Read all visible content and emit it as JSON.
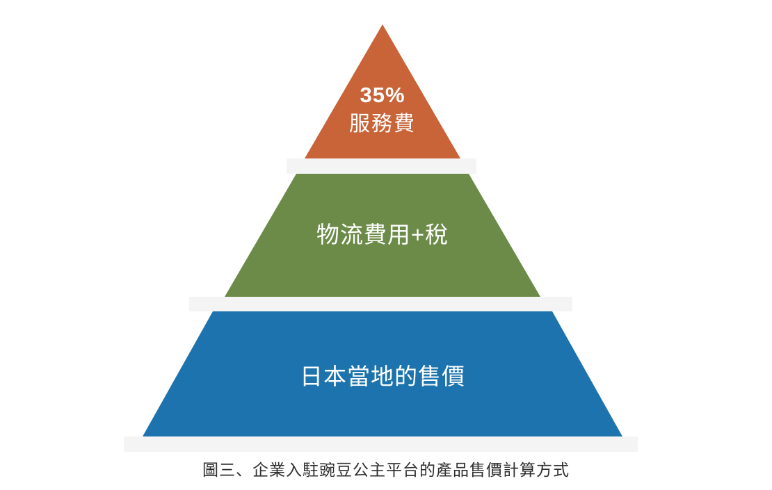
{
  "figure": {
    "caption": "圖三、企業入駐豌豆公主平台的產品售價計算方式"
  },
  "pyramid": {
    "background": "#ffffff",
    "label_color": "#ffffff",
    "separator_color": "#f4f4f4",
    "tiers": [
      {
        "id": "service-fee",
        "percent": "35%",
        "label": "服務費",
        "color": "#c86438"
      },
      {
        "id": "logistics-and-tax",
        "label": "物流費用+稅",
        "color": "#6c8b48"
      },
      {
        "id": "japan-local-price",
        "label": "日本當地的售價",
        "color": "#1c73ad"
      }
    ]
  }
}
